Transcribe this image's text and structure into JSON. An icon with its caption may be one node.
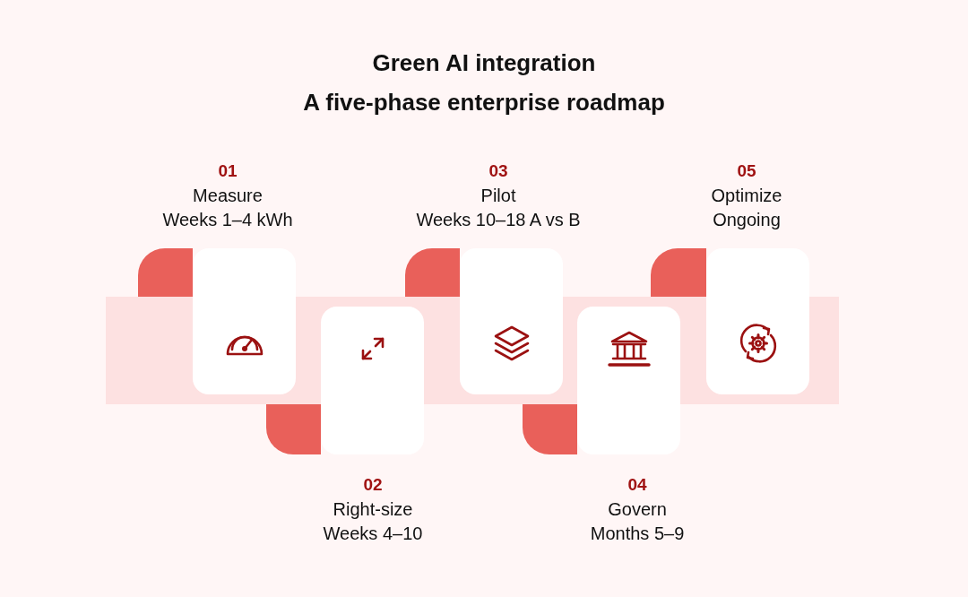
{
  "diagram": {
    "title": "Green AI integration",
    "nodes": [
      {
        "text": [
          "01",
          "Measure",
          "Weeks 1–4 kWh"
        ]
      },
      {
        "text": [
          "02",
          "Right-size",
          "Weeks 4–10"
        ]
      },
      {
        "text": [
          "03",
          "Pilot",
          "Weeks 10–18 A vs B"
        ]
      },
      {
        "text": [
          "04",
          "Govern",
          "Months 5–9"
        ]
      },
      {
        "text": [
          "05",
          "Optimize",
          "Ongoing"
        ]
      }
    ],
    "labels": [
      "A five-phase enterprise roadmap"
    ]
  }
}
